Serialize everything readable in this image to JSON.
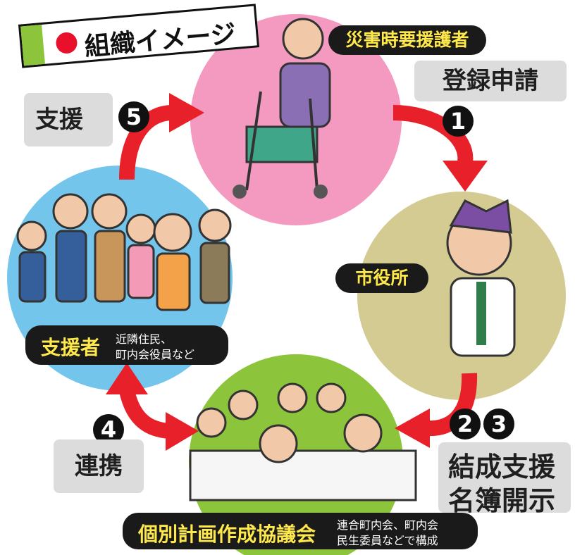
{
  "title": "組織イメージ",
  "nodes": {
    "person": "災害時要援護者",
    "city_hall": "市役所",
    "supporters": "支援者",
    "supporters_note_1": "近隣住民、",
    "supporters_note_2": "町内会役員など",
    "council": "個別計画作成協議会",
    "council_note_1": "連合町内会、町内会",
    "council_note_2": "民生委員などで構成"
  },
  "steps": {
    "one_num": "1",
    "one_label": "登録申請",
    "two_num": "2",
    "three_num": "3",
    "two_three_label_1": "結成支援",
    "two_three_label_2": "名簿開示",
    "four_num": "4",
    "four_label": "連携",
    "five_num": "5",
    "five_label": "支援"
  },
  "colors": {
    "pink": "#f49ac0",
    "olive": "#d3cb92",
    "green": "#8cc43b",
    "blue": "#74c5ec",
    "arrow_red": "#e8202a",
    "title_dot": "#e8102a",
    "title_bar": "#8cc43b"
  }
}
